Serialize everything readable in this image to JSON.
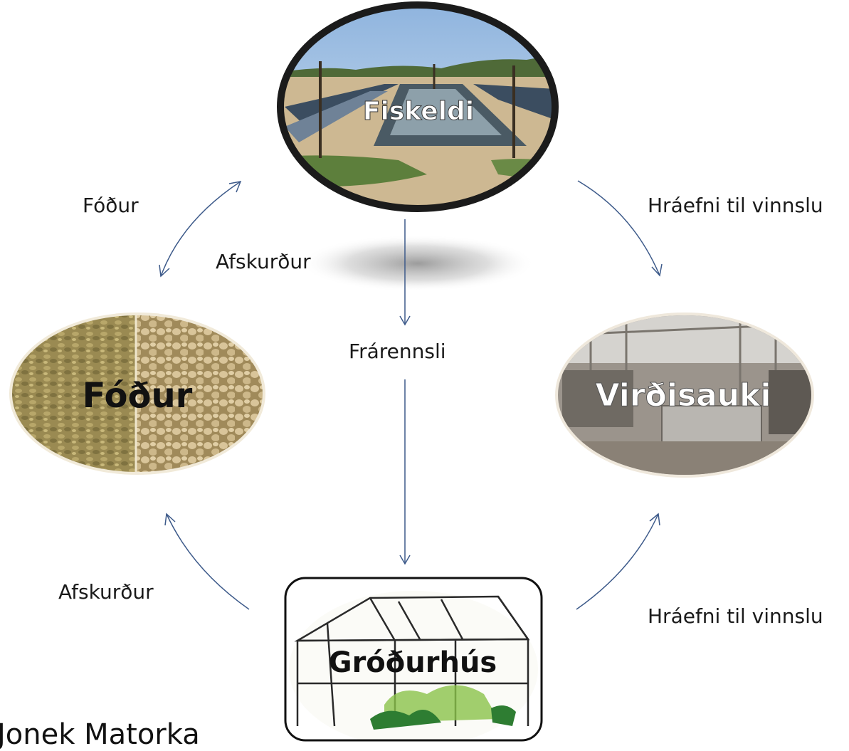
{
  "nodes": {
    "top": "Fiskeldi",
    "left": "Fóður",
    "right": "Virðisauki",
    "bottom": "Gróðurhús"
  },
  "edges": {
    "feed": "Fóður",
    "trimmings_top": "Afskurður",
    "effluent": "Frárennsli",
    "raw_material_top": "Hráefni til vinnslu",
    "trimmings_bottom": "Afskurður",
    "raw_material_bottom": "Hráefni til vinnslu"
  },
  "footer": "Jonek Matorka"
}
